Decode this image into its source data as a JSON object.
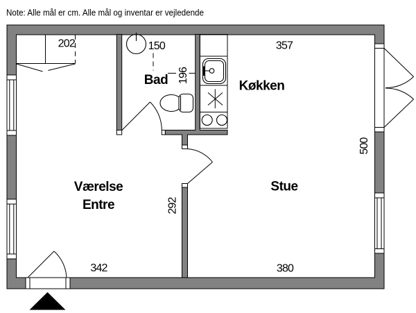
{
  "note": "Note: Alle mål er cm. Alle mål og inventar er vejledende",
  "rooms": {
    "bad": "Bad",
    "kokken": "Køkken",
    "vaerelse": "Værelse",
    "entre": "Entre",
    "stue": "Stue"
  },
  "dimensions": {
    "wardrobe_width": "202",
    "bad_width": "150",
    "kokken_width": "357",
    "bad_depth": "196",
    "right_depth": "500",
    "partition_length": "292",
    "left_width": "342",
    "stue_width": "380"
  },
  "colors": {
    "wall": "#828282",
    "line": "#000000",
    "background": "#ffffff"
  },
  "fixtures": {
    "bath_sink": "hand-basin",
    "toilet": "toilet",
    "kitchen_sink": "kitchen-sink",
    "stove": "stove-sparkle",
    "burners": "stove-burners",
    "wardrobe": "wardrobe",
    "entrance_marker": "entrance-arrow"
  }
}
